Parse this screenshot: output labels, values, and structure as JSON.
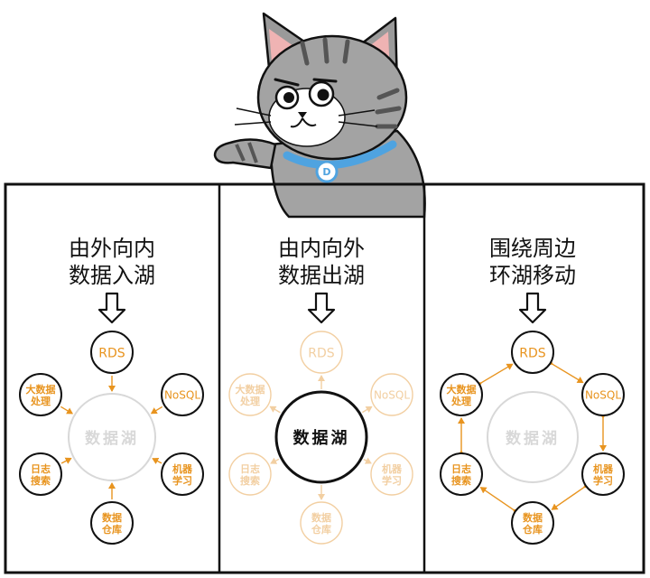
{
  "colors": {
    "orange": "#e8941f",
    "faded": "#f2cfa2",
    "stroke": "#111111",
    "lake_faded": "#d8d8d8"
  },
  "mascot": {
    "icon": "tabby-cat-pointing-icon",
    "tag_letter": "D"
  },
  "panels": [
    {
      "id": "inward",
      "title_lines": [
        "由外向内",
        "数据入湖"
      ],
      "center_label": "数据湖",
      "nodes": [
        "RDS",
        "NoSQL",
        "机器学习",
        "数据仓库",
        "日志搜索",
        "大数据处理"
      ]
    },
    {
      "id": "outward",
      "title_lines": [
        "由内向外",
        "数据出湖"
      ],
      "center_label": "数据湖",
      "nodes": [
        "RDS",
        "NoSQL",
        "机器学习",
        "数据仓库",
        "日志搜索",
        "大数据处理"
      ]
    },
    {
      "id": "around",
      "title_lines": [
        "围绕周边",
        "环湖移动"
      ],
      "center_label": "数据湖",
      "nodes": [
        "RDS",
        "NoSQL",
        "机器学习",
        "数据仓库",
        "日志搜索",
        "大数据处理"
      ]
    }
  ]
}
